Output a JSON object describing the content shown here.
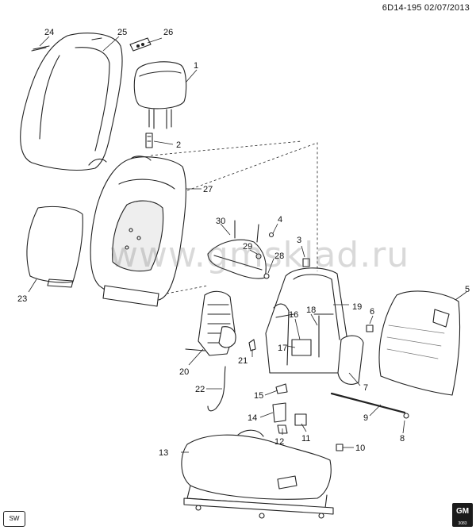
{
  "header": {
    "doc_id": "6D14-195  02/07/2013"
  },
  "watermark": {
    "text": "www.gmsklad.ru"
  },
  "corner_badge": {
    "text": "SW"
  },
  "logo": {
    "text": "GM",
    "sub": "3083"
  },
  "callouts": [
    "1",
    "2",
    "3",
    "4",
    "5",
    "6",
    "7",
    "8",
    "9",
    "10",
    "11",
    "12",
    "13",
    "14",
    "15",
    "16",
    "17",
    "18",
    "19",
    "20",
    "21",
    "22",
    "23",
    "24",
    "25",
    "26",
    "27",
    "28",
    "29",
    "30"
  ],
  "colors": {
    "line": "#222222",
    "part_fill": "#ffffff",
    "shade": "#dddddd"
  }
}
